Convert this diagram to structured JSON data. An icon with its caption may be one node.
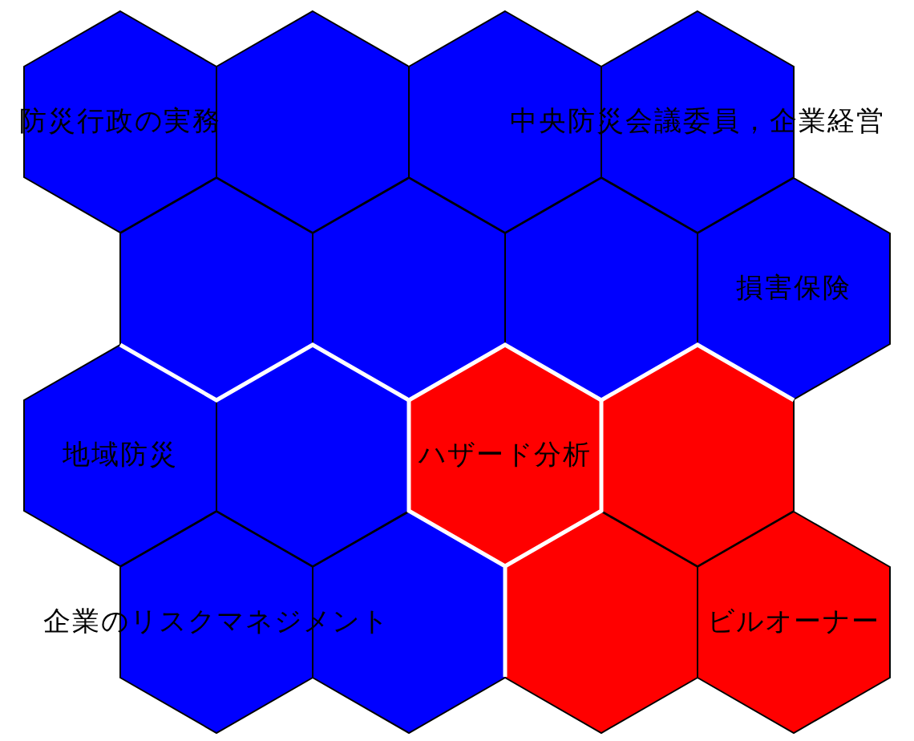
{
  "diagram": {
    "nodes": [
      {
        "text": [
          "防災行政の実務"
        ]
      },
      {
        "text": [],
        "shape": "hexagon"
      },
      {
        "text": [],
        "shape": "hexagon"
      },
      {
        "text": [
          "中央防災会議委員，企業経営"
        ]
      },
      {
        "text": [],
        "shape": "hexagon"
      },
      {
        "text": [],
        "shape": "hexagon"
      },
      {
        "text": [],
        "shape": "hexagon"
      },
      {
        "text": [
          "損害保険"
        ]
      },
      {
        "text": [
          "地域防災"
        ]
      },
      {
        "text": [],
        "shape": "hexagon"
      },
      {
        "text": [
          "ハザード分析"
        ]
      },
      {
        "text": [],
        "shape": "hexagon"
      },
      {
        "text": [
          "企業のリスクマネジメント"
        ]
      },
      {
        "text": [],
        "shape": "hexagon"
      },
      {
        "text": [],
        "shape": "hexagon"
      },
      {
        "text": [
          "ビルオーナー"
        ]
      }
    ]
  }
}
